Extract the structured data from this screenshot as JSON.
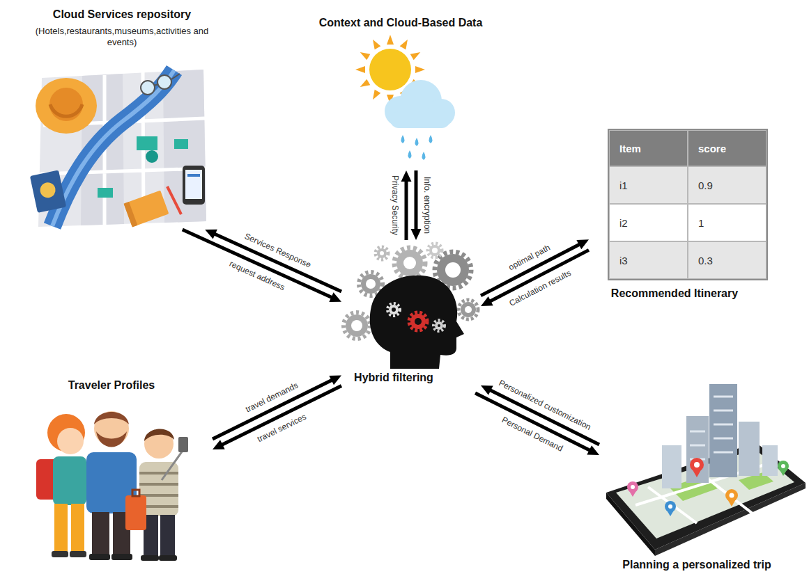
{
  "diagram": {
    "nodes": [
      {
        "text": [
          "Cloud Services repository",
          "(Hotels,restaurants,museums,activities and events)"
        ]
      },
      {
        "text": [
          "Context and Cloud-Based Data"
        ]
      },
      {
        "text": [
          "Recommended Itinerary"
        ]
      },
      {
        "text": [
          "Hybrid filtering"
        ]
      },
      {
        "text": [
          "Traveler Profiles"
        ]
      },
      {
        "text": [
          "Planning a personalized trip"
        ]
      }
    ],
    "edges": [
      {
        "from": 3,
        "to": 0,
        "arrow": "to",
        "label": "Services Response"
      },
      {
        "from": 0,
        "to": 3,
        "arrow": "to",
        "label": "request address"
      },
      {
        "from": 3,
        "to": 1,
        "arrow": "to",
        "label": "Privacy Security"
      },
      {
        "from": 1,
        "to": 3,
        "arrow": "to",
        "label": "Info. encryption"
      },
      {
        "from": 3,
        "to": 2,
        "arrow": "to",
        "label": "optimal path"
      },
      {
        "from": 2,
        "to": 3,
        "arrow": "to",
        "label": "Calculation results"
      },
      {
        "from": 4,
        "to": 3,
        "arrow": "to",
        "label": "travel demands"
      },
      {
        "from": 3,
        "to": 4,
        "arrow": "to",
        "label": "travel services"
      },
      {
        "from": 5,
        "to": 3,
        "arrow": "to",
        "label": "Personalized customization"
      },
      {
        "from": 3,
        "to": 5,
        "arrow": "to",
        "label": "Personal Demand"
      }
    ],
    "labels": [
      "Item",
      "score",
      "i1",
      "0.9",
      "i2",
      "1",
      "i3",
      "0.3"
    ]
  }
}
